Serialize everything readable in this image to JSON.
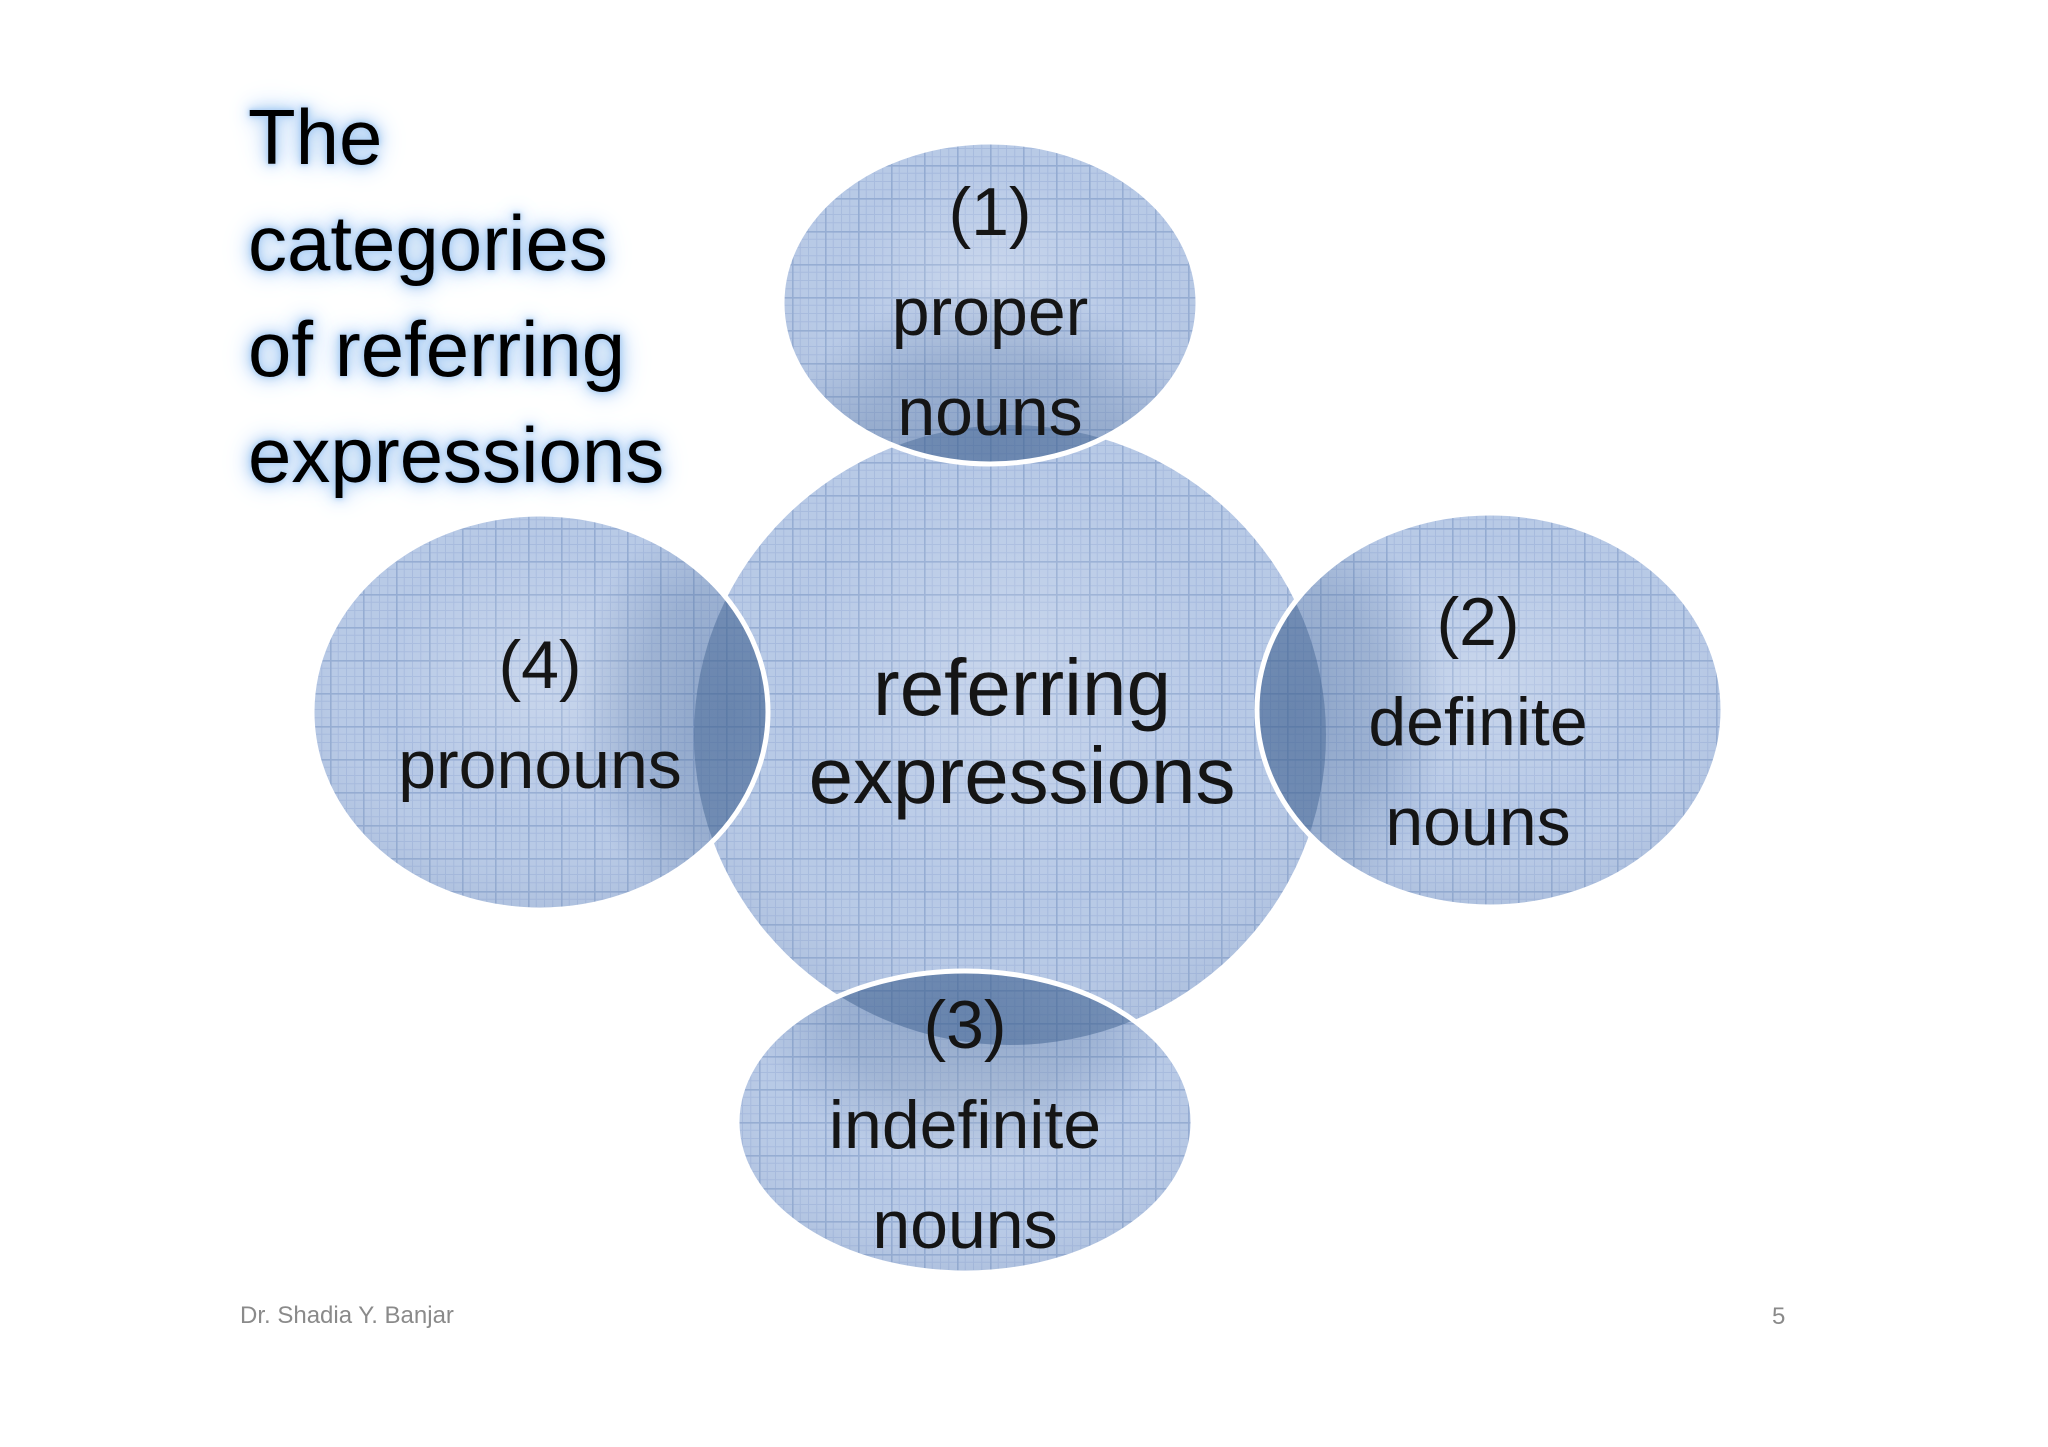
{
  "slide": {
    "background_color": "#ffffff",
    "title": {
      "lines": [
        "The",
        "categories",
        "of referring",
        "expressions"
      ],
      "text_color": "#000000",
      "glow_color": "#a8ccf3"
    },
    "diagram": {
      "center_node": {
        "lines": [
          "referring",
          "expressions"
        ]
      },
      "nodes": [
        {
          "number": "(1)",
          "position": "top",
          "lines": [
            "proper",
            "nouns"
          ]
        },
        {
          "number": "(2)",
          "position": "right",
          "lines": [
            "definite",
            "nouns"
          ]
        },
        {
          "number": "(3)",
          "position": "bottom",
          "lines": [
            "indefinite",
            "nouns"
          ]
        },
        {
          "number": "(4)",
          "position": "left",
          "lines": [
            "pronouns"
          ]
        }
      ],
      "colors": {
        "shape_fill": "#b7c9e6",
        "grid_line_fine": "#a6bade",
        "grid_line_heavy": "#93abd2",
        "overlap_shade": "#3a5c8c",
        "outline": "#ffffff",
        "label_color": "#151515"
      }
    },
    "footer": {
      "author": "Dr. Shadia Y. Banjar",
      "page_number": "5",
      "text_color": "#8a8a8a"
    }
  }
}
